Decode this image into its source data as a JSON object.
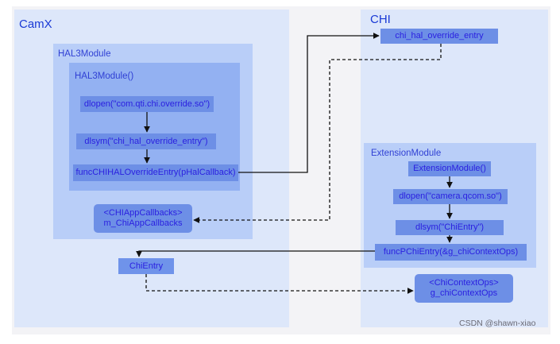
{
  "regions": {
    "camx": "CamX",
    "chi": "CHI"
  },
  "camx": {
    "hal3module_title": "HAL3Module",
    "hal3module_ctor": "HAL3Module()",
    "dlopen": "dlopen(\"com.qti.chi.override.so\")",
    "dlsym": "dlsym(\"chi_hal_override_entry\")",
    "func_entry": "funcCHIHALOverrideEntry(pHalCallback)",
    "callbacks_type": "<CHIAppCallbacks>",
    "callbacks_name": "m_ChiAppCallbacks",
    "chi_entry": "ChiEntry"
  },
  "chi": {
    "override_entry": "chi_hal_override_entry",
    "extension_title": "ExtensionModule",
    "extension_ctor": "ExtensionModule()",
    "dlopen": "dlopen(\"camera.qcom.so\")",
    "dlsym": "dlsym(\"ChiEntry\")",
    "func_entry": "funcPChiEntry(&g_chiContextOps)",
    "context_type": "<ChiContextOps>",
    "context_name": "g_chiContextOps"
  },
  "watermark": "CSDN @shawn-xiao",
  "colors": {
    "region_bg": "#dde7fa",
    "box_bg": "#b9cef8",
    "inner_bg": "#93b1f2",
    "node_bg": "#6d8fe6",
    "text": "#2a1fe0",
    "arrow": "#111111"
  }
}
